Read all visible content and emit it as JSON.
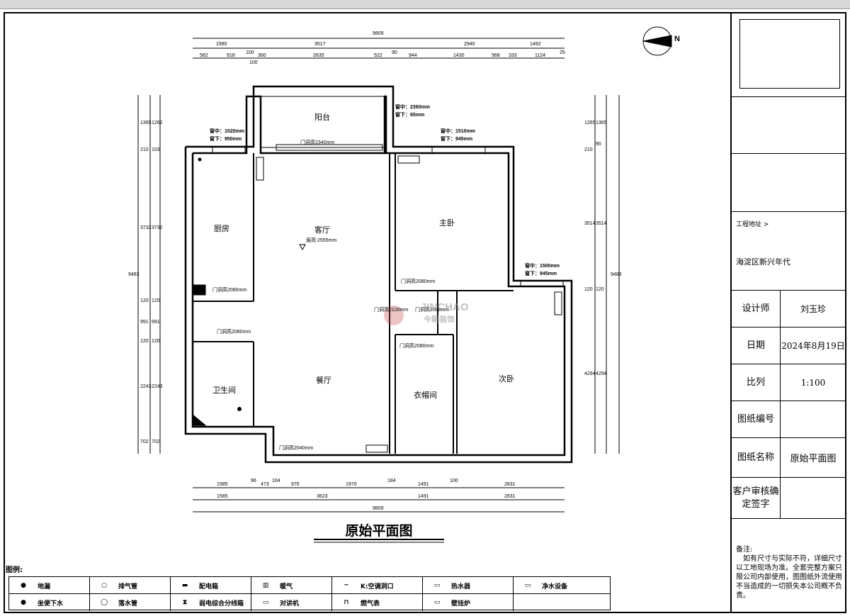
{
  "plan": {
    "title": "原始平面图",
    "north": "N",
    "rooms": {
      "balcony": "阳台",
      "kitchen": "厨房",
      "living": "客厅",
      "master": "主卧",
      "bath": "卫生间",
      "dining": "餐厅",
      "closet": "衣帽间",
      "second": "次卧"
    },
    "ceiling_height": "层高:2555mm",
    "door_labels": {
      "balcony_door": "门洞高2340mm",
      "kitchen_door": "门洞高2080mm",
      "bath_door": "门洞高2080mm",
      "master_door": "门洞高2080mm",
      "center_door": "门洞高2120mm",
      "second_door": "门洞高2080mm",
      "closet_door": "门洞高2080mm",
      "entry_door": "门洞高2040mm"
    },
    "window_notes": {
      "kitchen": [
        "窗中：1520mm",
        "窗下：950mm"
      ],
      "balcony": [
        "窗中：2360mm",
        "窗下：65mm"
      ],
      "master": [
        "窗中：1510mm",
        "窗下：945mm"
      ],
      "second": [
        "窗中：1500mm",
        "窗下：945mm"
      ]
    },
    "dims_top_total": "9809",
    "dims_top_row2": [
      "1580",
      "3517",
      "2940",
      "1492"
    ],
    "dims_top_row3": [
      "582",
      "918",
      "100",
      "360",
      "2635",
      "522",
      "90",
      "944",
      "1430",
      "568",
      "333",
      "1124",
      "25"
    ],
    "dims_top_extra": "100",
    "dims_bottom_row1": [
      "1585",
      "96",
      "473",
      "104",
      "976",
      "1970",
      "184",
      "1491",
      "100",
      "2831"
    ],
    "dims_bottom_row2": [
      "1585",
      "3623",
      "1491",
      "2831"
    ],
    "dims_bottom_total": "9809",
    "dims_left_a": [
      "1365",
      "210",
      "3732",
      "120",
      "991",
      "120",
      "2243",
      "702"
    ],
    "dims_left_b": [
      "1262",
      "103",
      "3732",
      "120",
      "991",
      "120",
      "2243",
      "702"
    ],
    "dims_left_total": "9483",
    "dims_right_a": [
      "1265",
      "210",
      "3514",
      "120",
      "4294"
    ],
    "dims_right_b": [
      "1365",
      "90",
      "3514",
      "120",
      "4294"
    ],
    "dims_right_total": "9483",
    "watermark_brand": "JINCHAO",
    "watermark_cn": "今朝装饰"
  },
  "title_block": {
    "address_label": "工程地址 >",
    "address_value": "海淀区新兴年代",
    "designer_label": "设计师",
    "designer_value": "刘玉珍",
    "date_label": "日期",
    "date_value": "2024年8月19日",
    "scale_label": "比列",
    "scale_value": "1:100",
    "drawing_no_label": "图纸编号",
    "drawing_no_value": "",
    "drawing_name_label": "图纸名称",
    "drawing_name_value": "原始平面图",
    "client_label": "客户审核确定签字",
    "notes_title": "备注:",
    "notes_body": "如有尺寸与实际不符，详细尺寸以工地现场为准。全套完整方案只限公司内部使用，图图纸外流使用不当造成的一切损失本公司概不负责。"
  },
  "legend": {
    "title": "图例:",
    "items": [
      {
        "name": "地漏"
      },
      {
        "name": "排气管"
      },
      {
        "name": "配电箱"
      },
      {
        "name": "暖气"
      },
      {
        "name": "K:空调洞口"
      },
      {
        "name": "热水器"
      },
      {
        "name": "净水设备"
      },
      {
        "name": "坐便下水"
      },
      {
        "name": "落水管"
      },
      {
        "name": "弱电综合分线箱"
      },
      {
        "name": "对讲机"
      },
      {
        "name": "燃气表"
      },
      {
        "name": "壁挂炉"
      }
    ]
  }
}
